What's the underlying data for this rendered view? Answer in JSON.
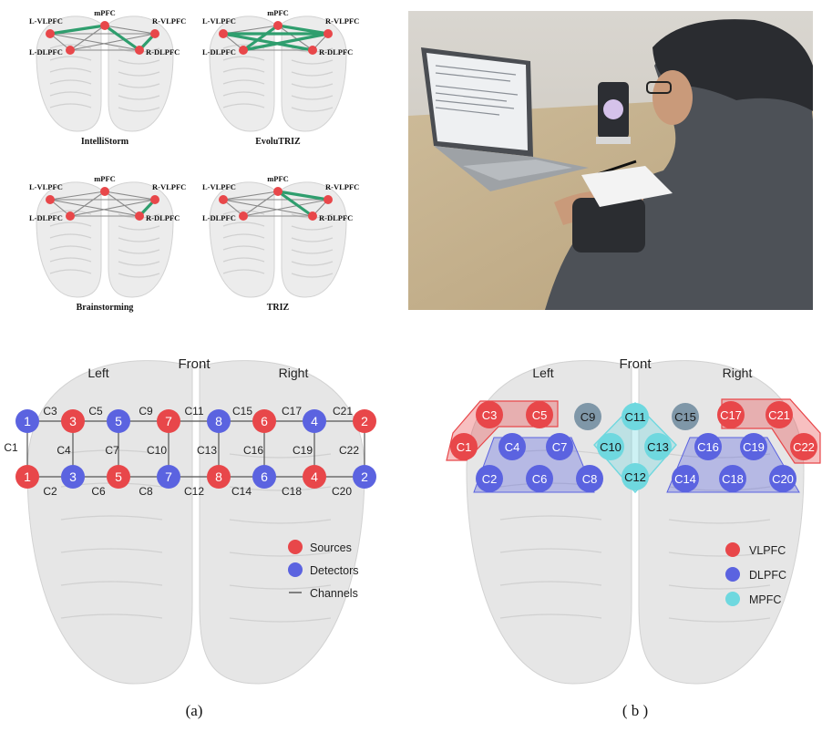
{
  "networks": [
    {
      "caption": "IntelliStorm"
    },
    {
      "caption": "EvoluTRIZ"
    },
    {
      "caption": "Brainstorming"
    },
    {
      "caption": "TRIZ"
    }
  ],
  "network_labels": {
    "mpfc": "mPFC",
    "lvl": "L-VLPFC",
    "rvl": "R-VLPFC",
    "ldl": "L-DLPFC",
    "rdl": "R-DLPFC"
  },
  "colors": {
    "source": "#e8474a",
    "detector": "#5b63e0",
    "mpfc": "#6fd8df",
    "green_edge": "#2f9e6e",
    "gray_edge": "#8a8a8a",
    "brain": "#e6e6e6",
    "gray_channel": "#7f97a8"
  },
  "panel_a": {
    "front": "Front",
    "left": "Left",
    "right": "Right",
    "caption": "(a)",
    "legend": [
      {
        "label": "Sources",
        "kind": "source"
      },
      {
        "label": "Detectors",
        "kind": "detector"
      },
      {
        "label": "Channels",
        "kind": "line"
      }
    ],
    "sources_top": [
      "3",
      "7",
      "6",
      "2"
    ],
    "detectors_top": [
      "1",
      "5",
      "8",
      "4"
    ],
    "sources_bottom": [
      "1",
      "5",
      "8",
      "4"
    ],
    "detectors_bottom": [
      "3",
      "7",
      "6",
      "2"
    ],
    "channel_labels": [
      "C1",
      "C2",
      "C3",
      "C4",
      "C5",
      "C6",
      "C7",
      "C8",
      "C9",
      "C10",
      "C11",
      "C12",
      "C13",
      "C14",
      "C15",
      "C16",
      "C17",
      "C18",
      "C19",
      "C20",
      "C21",
      "C22"
    ]
  },
  "panel_b": {
    "front": "Front",
    "left": "Left",
    "right": "Right",
    "caption": "( b )",
    "legend": [
      {
        "label": "VLPFC",
        "kind": "source"
      },
      {
        "label": "DLPFC",
        "kind": "detector"
      },
      {
        "label": "MPFC",
        "kind": "mpfc"
      }
    ],
    "vlpfc_channels": [
      "C1",
      "C3",
      "C5",
      "C17",
      "C21",
      "C22"
    ],
    "dlpfc_channels": [
      "C2",
      "C4",
      "C6",
      "C7",
      "C8",
      "C14",
      "C16",
      "C18",
      "C19",
      "C20"
    ],
    "mpfc_channels": [
      "C10",
      "C11",
      "C12",
      "C13"
    ],
    "other_channels": [
      "C9",
      "C15"
    ]
  }
}
